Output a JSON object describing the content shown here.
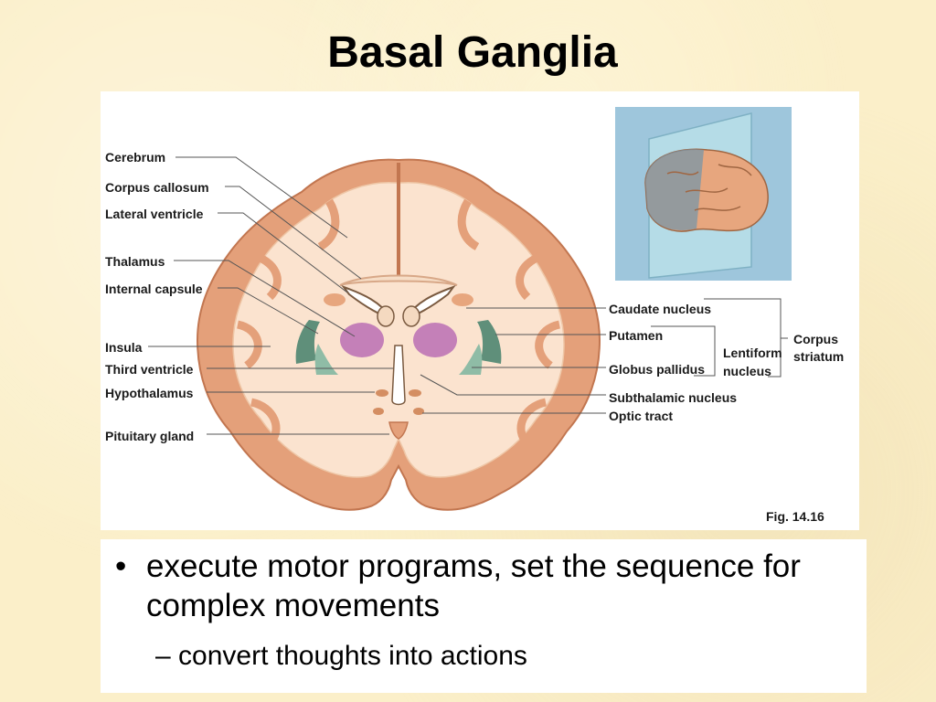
{
  "title": "Basal Ganglia",
  "figure": {
    "left_labels": [
      "Cerebrum",
      "Corpus callosum",
      "Lateral ventricle",
      "Thalamus",
      "Internal capsule",
      "Insula",
      "Third ventricle",
      "Hypothalamus",
      "Pituitary gland"
    ],
    "right_labels": [
      "Caudate nucleus",
      "Putamen",
      "Globus pallidus",
      "Subthalamic nucleus",
      "Optic tract"
    ],
    "group_lentiform_line1": "Lentiform",
    "group_lentiform_line2": "nucleus",
    "group_corpus_line1": "Corpus",
    "group_corpus_line2": "striatum",
    "fig_number": "Fig. 14.16"
  },
  "bullets": {
    "main": "execute motor programs, set the sequence for complex movements",
    "sub": "convert thoughts into actions",
    "main_marker": "•",
    "sub_marker": "–"
  }
}
